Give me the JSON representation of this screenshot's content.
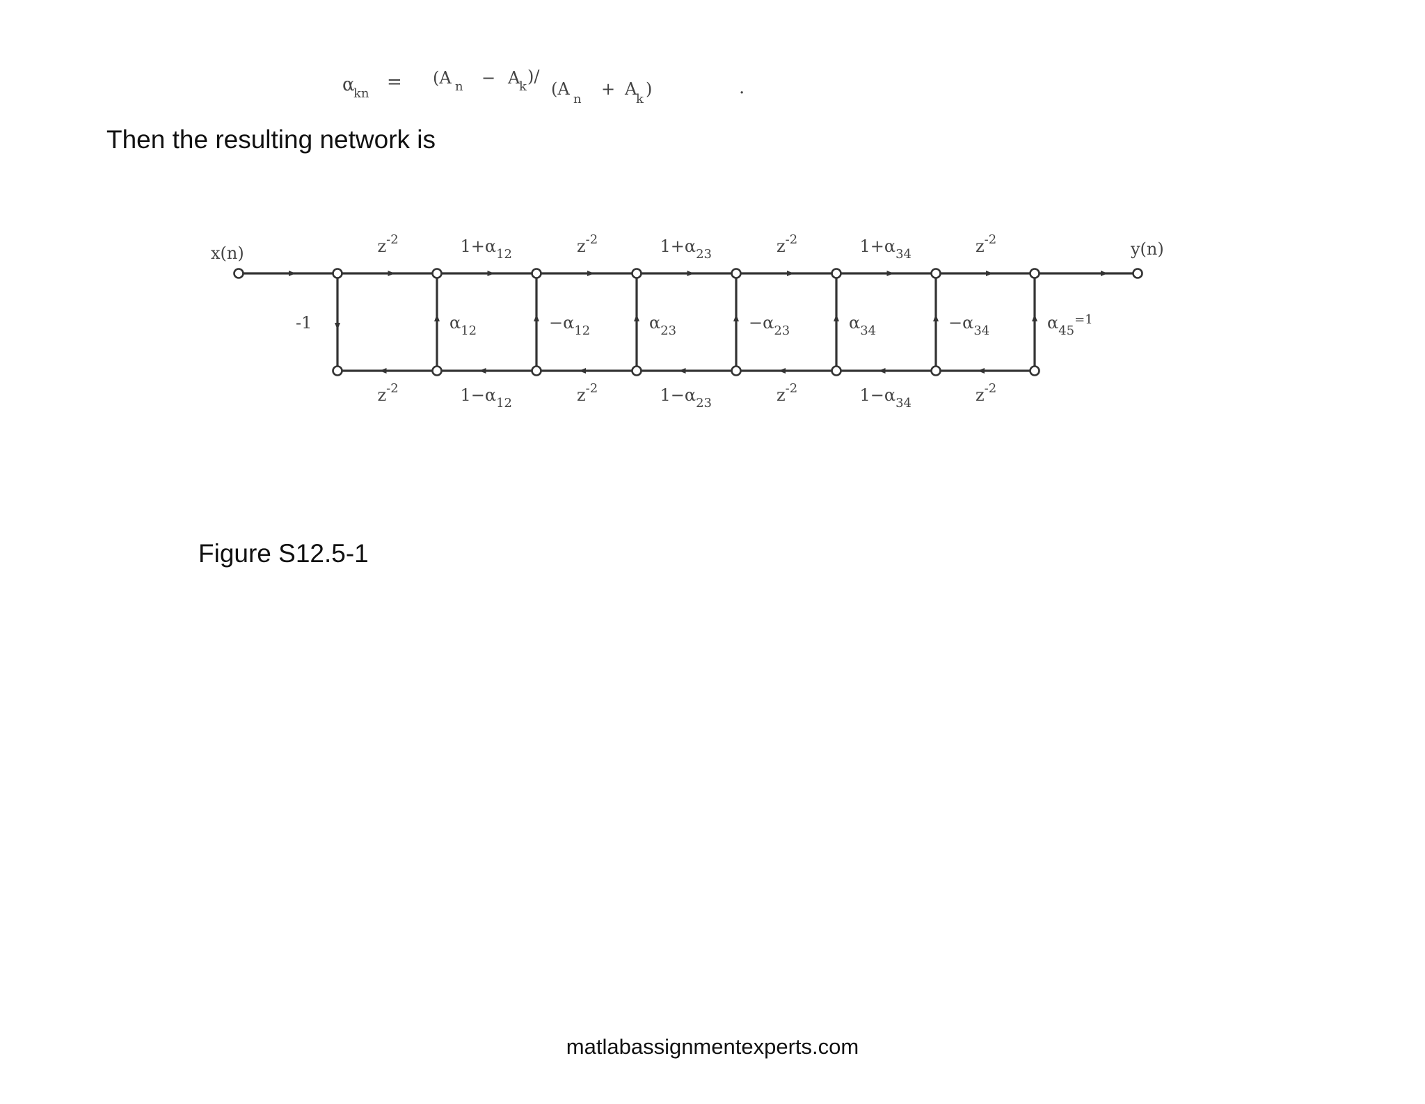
{
  "formula": {
    "lhs": "α",
    "lhs_sub": "kn",
    "equals": "=",
    "num_open": "(A",
    "num_sub1": "n",
    "minus": "−",
    "num_a2": "A",
    "num_sub2": "k",
    "num_close": ")/",
    "den_open": "(A",
    "den_sub1": "n",
    "plus": "+",
    "den_a2": "A",
    "den_sub2": "k",
    "den_close": ")",
    "period": "."
  },
  "intro_text": "Then the resulting network is",
  "diagram": {
    "input_label": "x(n)",
    "output_label": "y(n)",
    "top_delays": [
      {
        "base": "z",
        "exp": "-2"
      },
      {
        "base": "z",
        "exp": "-2"
      },
      {
        "base": "z",
        "exp": "-2"
      },
      {
        "base": "z",
        "exp": "-2"
      }
    ],
    "top_gains": [
      {
        "main": "1+α",
        "sub": "12"
      },
      {
        "main": "1+α",
        "sub": "23"
      },
      {
        "main": "1+α",
        "sub": "34"
      }
    ],
    "bottom_delays": [
      {
        "base": "z",
        "exp": "-2"
      },
      {
        "base": "z",
        "exp": "-2"
      },
      {
        "base": "z",
        "exp": "-2"
      },
      {
        "base": "z",
        "exp": "-2"
      }
    ],
    "bottom_gains": [
      {
        "main": "1−α",
        "sub": "12"
      },
      {
        "main": "1−α",
        "sub": "23"
      },
      {
        "main": "1−α",
        "sub": "34"
      }
    ],
    "vertical_gains": [
      {
        "main": "-1",
        "sub": "",
        "sup": ""
      },
      {
        "main": "α",
        "sub": "12",
        "sup": ""
      },
      {
        "main": "−α",
        "sub": "12",
        "sup": ""
      },
      {
        "main": "α",
        "sub": "23",
        "sup": ""
      },
      {
        "main": "−α",
        "sub": "23",
        "sup": ""
      },
      {
        "main": "α",
        "sub": "34",
        "sup": ""
      },
      {
        "main": "−α",
        "sub": "34",
        "sup": ""
      },
      {
        "main": "α",
        "sub": "45",
        "sup": "=1"
      }
    ]
  },
  "caption": "Figure S12.5-1",
  "footer": "matlabassignmentexperts.com"
}
